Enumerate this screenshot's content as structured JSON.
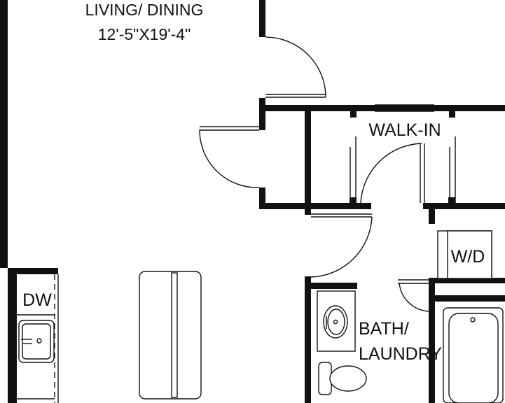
{
  "rooms": {
    "living_dining": {
      "name": "LIVING/ DINING",
      "dimensions": "12'-5\"X19'-4\""
    },
    "walk_in": {
      "name": "WALK-IN"
    },
    "washer_dryer": {
      "name": "W/D"
    },
    "dishwasher": {
      "name": "DW"
    },
    "bath_laundry": {
      "name_line1": "BATH/",
      "name_line2": "LAUNDRY"
    }
  },
  "colors": {
    "wall": "#111111",
    "background": "#ffffff"
  }
}
